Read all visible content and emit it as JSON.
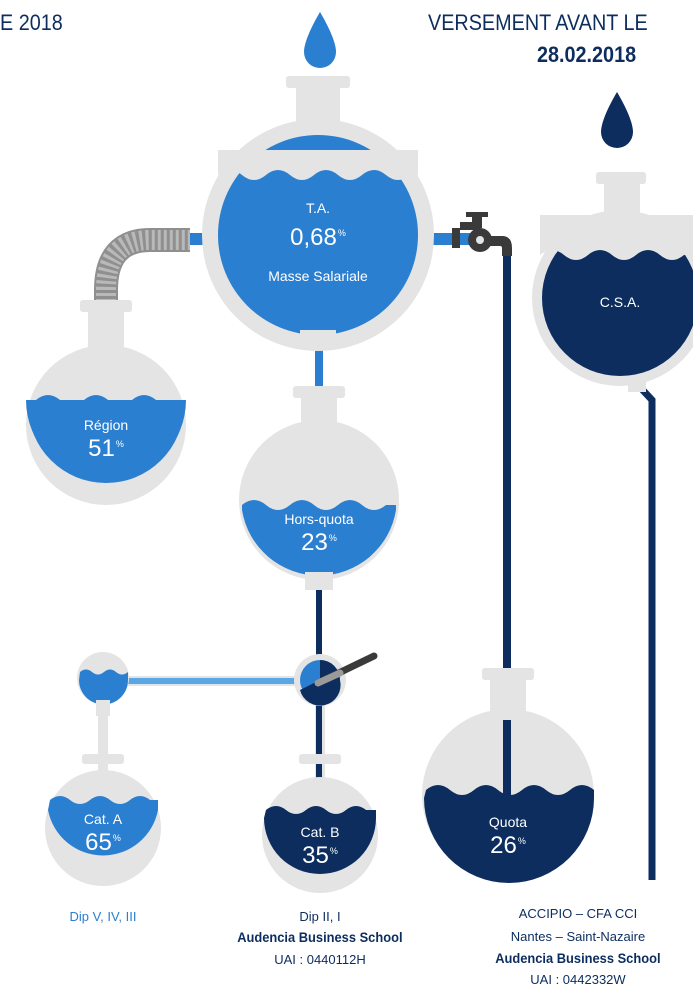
{
  "header": {
    "left_text": "E 2018",
    "right_line1": "VERSEMENT AVANT LE",
    "right_line2": "28.02.2018"
  },
  "flasks": {
    "ta": {
      "name": "T.A.",
      "value": "0,68",
      "unit": "%",
      "sub": "Masse Salariale"
    },
    "csa": {
      "name": "C.S.A."
    },
    "region": {
      "name": "Région",
      "value": "51",
      "unit": "%"
    },
    "hors_quota": {
      "name": "Hors-quota",
      "value": "23",
      "unit": "%"
    },
    "cat_a": {
      "name": "Cat. A",
      "value": "65",
      "unit": "%"
    },
    "cat_b": {
      "name": "Cat. B",
      "value": "35",
      "unit": "%"
    },
    "quota": {
      "name": "Quota",
      "value": "26",
      "unit": "%"
    }
  },
  "footer": {
    "cat_a": {
      "line1": "Dip V, IV, III"
    },
    "cat_b": {
      "line1": "Dip II, I",
      "line2": "Audencia Business School",
      "line3": "UAI : 0440112H"
    },
    "quota": {
      "line1": "ACCIPIO – CFA CCI",
      "line2": "Nantes – Saint-Nazaire",
      "line3": "Audencia Business School",
      "line4": "UAI : 0442332W"
    }
  },
  "colors": {
    "light_blue": "#2b7fd0",
    "dark_blue": "#0c2d5e",
    "glass": "#e4e4e4",
    "pipe_light": "#5aa7e6"
  }
}
